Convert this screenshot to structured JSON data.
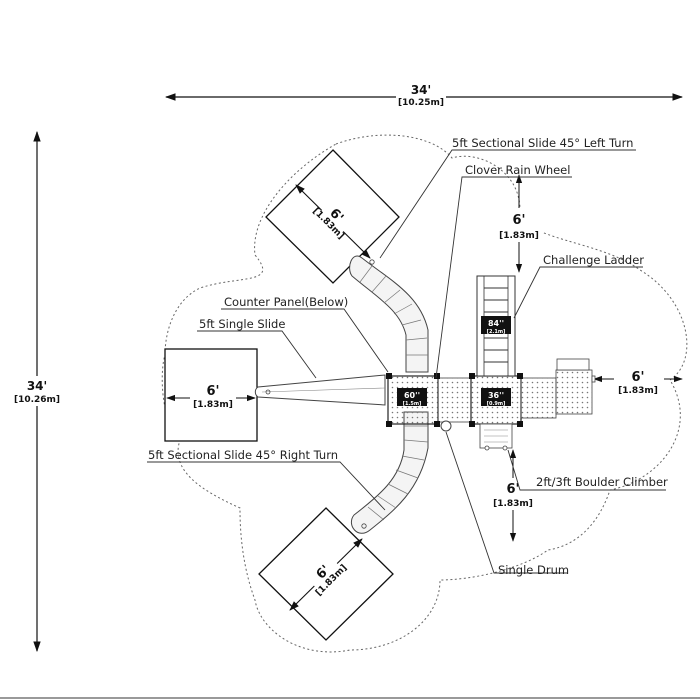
{
  "dimensions": {
    "width": {
      "ft": "34'",
      "m": "[10.25m]"
    },
    "height": {
      "ft": "34'",
      "m": "[10.26m]"
    },
    "zones": {
      "ft": "6'",
      "m": "[1.83m]"
    }
  },
  "labels": {
    "slide_left_turn": "5ft Sectional Slide 45° Left Turn",
    "rain_wheel": "Clover Rain Wheel",
    "challenge_ladder": "Challenge Ladder",
    "counter_panel": "Counter Panel(Below)",
    "single_slide": "5ft Single Slide",
    "slide_right_turn": "5ft Sectional Slide 45° Right Turn",
    "boulder_climber": "2ft/3ft Boulder Climber",
    "single_drum": "Single Drum"
  },
  "decks": [
    {
      "size": "60''",
      "metric": "[1.5m]"
    },
    {
      "size": "36''",
      "metric": "[0.9m]"
    }
  ],
  "ladder_height": {
    "size": "84''",
    "metric": "[2.1m]"
  }
}
